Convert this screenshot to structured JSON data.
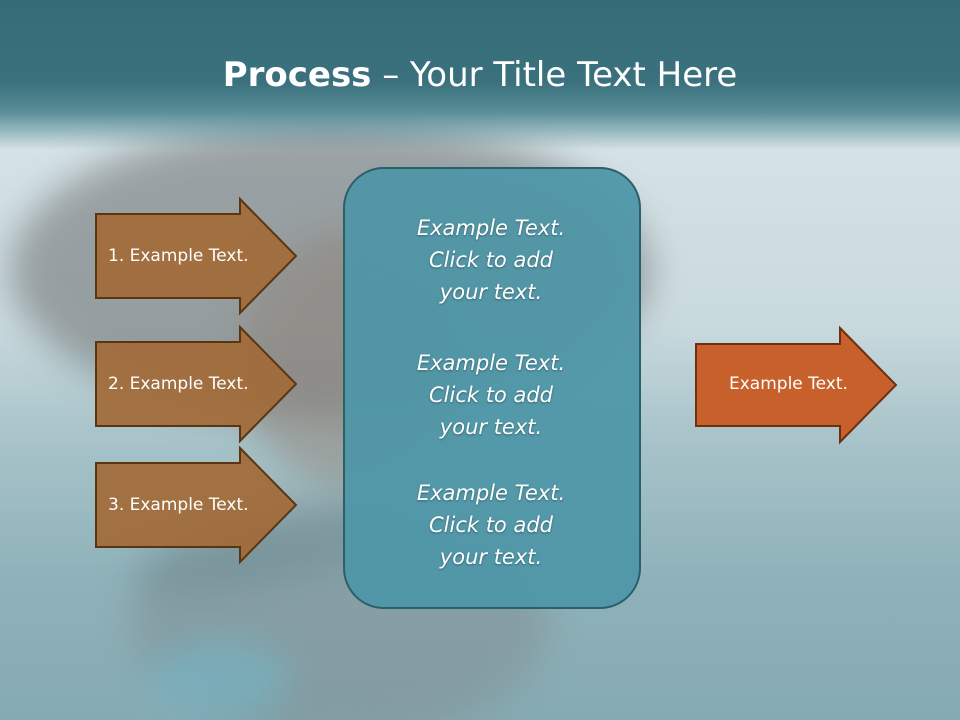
{
  "title": {
    "bold": "Process",
    "rest": " – Your Title Text Here"
  },
  "left_arrows": [
    {
      "label": "1. Example Text."
    },
    {
      "label": "2. Example Text."
    },
    {
      "label": "3. Example Text."
    }
  ],
  "center_box": {
    "paragraphs": [
      [
        "Example Text.",
        "Click  to add",
        "your text."
      ],
      [
        "Example Text.",
        "Click  to add",
        "your text."
      ],
      [
        "Example Text.",
        "Click  to add",
        "your text."
      ]
    ]
  },
  "right_arrow": {
    "label": "Example Text."
  },
  "colors": {
    "header": "#336c78",
    "left_arrow_fill": "#a26a37",
    "left_arrow_stroke": "#5a3510",
    "center_box_fill": "#4f97a8",
    "center_box_stroke": "#2d5f6a",
    "right_arrow_fill": "#c8602c",
    "right_arrow_stroke": "#6e2f10"
  }
}
